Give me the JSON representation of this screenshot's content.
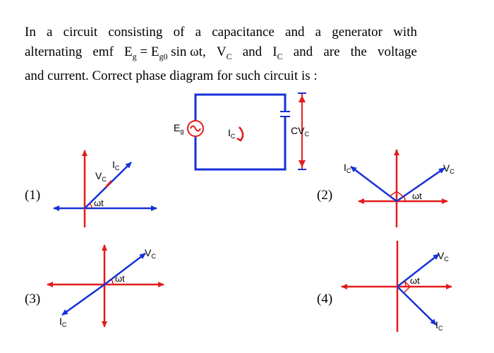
{
  "question": {
    "line1_words": [
      "In",
      "a",
      "circuit",
      "consisting",
      "of",
      "a",
      "capacitance",
      "and",
      "a",
      "generator",
      "with"
    ],
    "line2": {
      "w1": "alternating",
      "w2": "emf",
      "eg": "E",
      "eg_sub": "g",
      "eq": "=",
      "eg0": "E",
      "eg0_sub": "g0",
      "sin": "sin",
      "wt": "ωt,",
      "vc": "V",
      "vc_sub": "C",
      "and1": "and",
      "ic": "I",
      "ic_sub": "C",
      "w3": "and",
      "w4": "are",
      "w5": "the",
      "w6": "voltage"
    },
    "line3": "and current. Correct phase diagram for such circuit is :"
  },
  "circuit": {
    "source_label": "E",
    "source_sub": "g",
    "current_label": "I",
    "current_sub": "C",
    "voltage_label": "CV",
    "voltage_sub": "C"
  },
  "options": [
    {
      "num": "(1)",
      "vc": "V",
      "vc_sub": "C",
      "ic": "I",
      "ic_sub": "C",
      "angle": "ωt"
    },
    {
      "num": "(2)",
      "vc": "V",
      "vc_sub": "C",
      "ic": "I",
      "ic_sub": "C",
      "angle": "ωt"
    },
    {
      "num": "(3)",
      "vc": "V",
      "vc_sub": "C",
      "ic": "I",
      "ic_sub": "C",
      "angle": "ωt"
    },
    {
      "num": "(4)",
      "vc": "V",
      "vc_sub": "C",
      "ic": "I",
      "ic_sub": "C",
      "angle": "ωt"
    }
  ],
  "colors": {
    "axis": "#e31b1b",
    "phasor": "#1530d8",
    "text": "#000000"
  }
}
